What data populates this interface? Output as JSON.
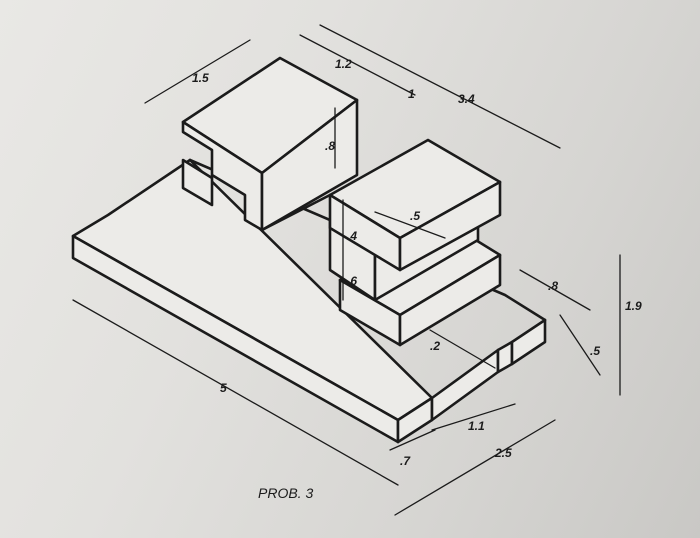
{
  "title": "PROB. 3",
  "dimensions": {
    "top_depth": "1.5",
    "upright_width": "1.2",
    "gap": "1",
    "overall_depth": "3.4",
    "upright_height": ".8",
    "step_offset": ".5",
    "step_height_upper": ".4",
    "step_height_lower": ".6",
    "right_step": ".8",
    "overall_height": "1.9",
    "base_thickness": ".5",
    "notch": ".2",
    "base_length": "5",
    "front_step": ".7",
    "notch_width": "1.1",
    "base_width": "2.5"
  }
}
